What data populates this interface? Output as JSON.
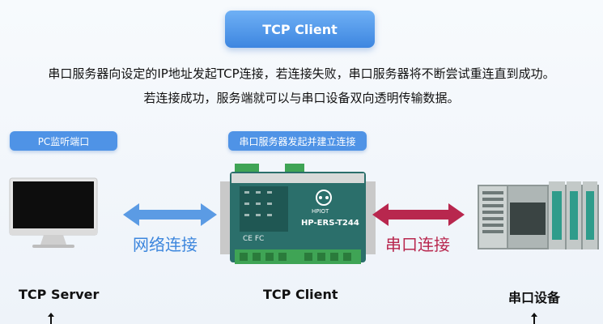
{
  "header": {
    "title": "TCP Client"
  },
  "description": {
    "line1": "串口服务器向设定的IP地址发起TCP连接，若连接失败，串口服务器将不断尝试重连直到成功。",
    "line2": "若连接成功，服务端就可以与串口设备双向透明传输数据。"
  },
  "tags": {
    "left": "PC监听端口",
    "center": "串口服务器发起并建立连接"
  },
  "arrows": {
    "left_label": "网络连接",
    "right_label": "串口连接",
    "left_color": "#5b9be4",
    "right_color": "#b8274e"
  },
  "device": {
    "brand": "HPIOT",
    "model": "HP-ERS-T244",
    "cert": "CE FC"
  },
  "captions": {
    "left": "TCP Server",
    "center": "TCP Client",
    "right": "串口设备"
  },
  "colors": {
    "accent": "#4f93e6",
    "device_body": "#2b6f6b"
  }
}
